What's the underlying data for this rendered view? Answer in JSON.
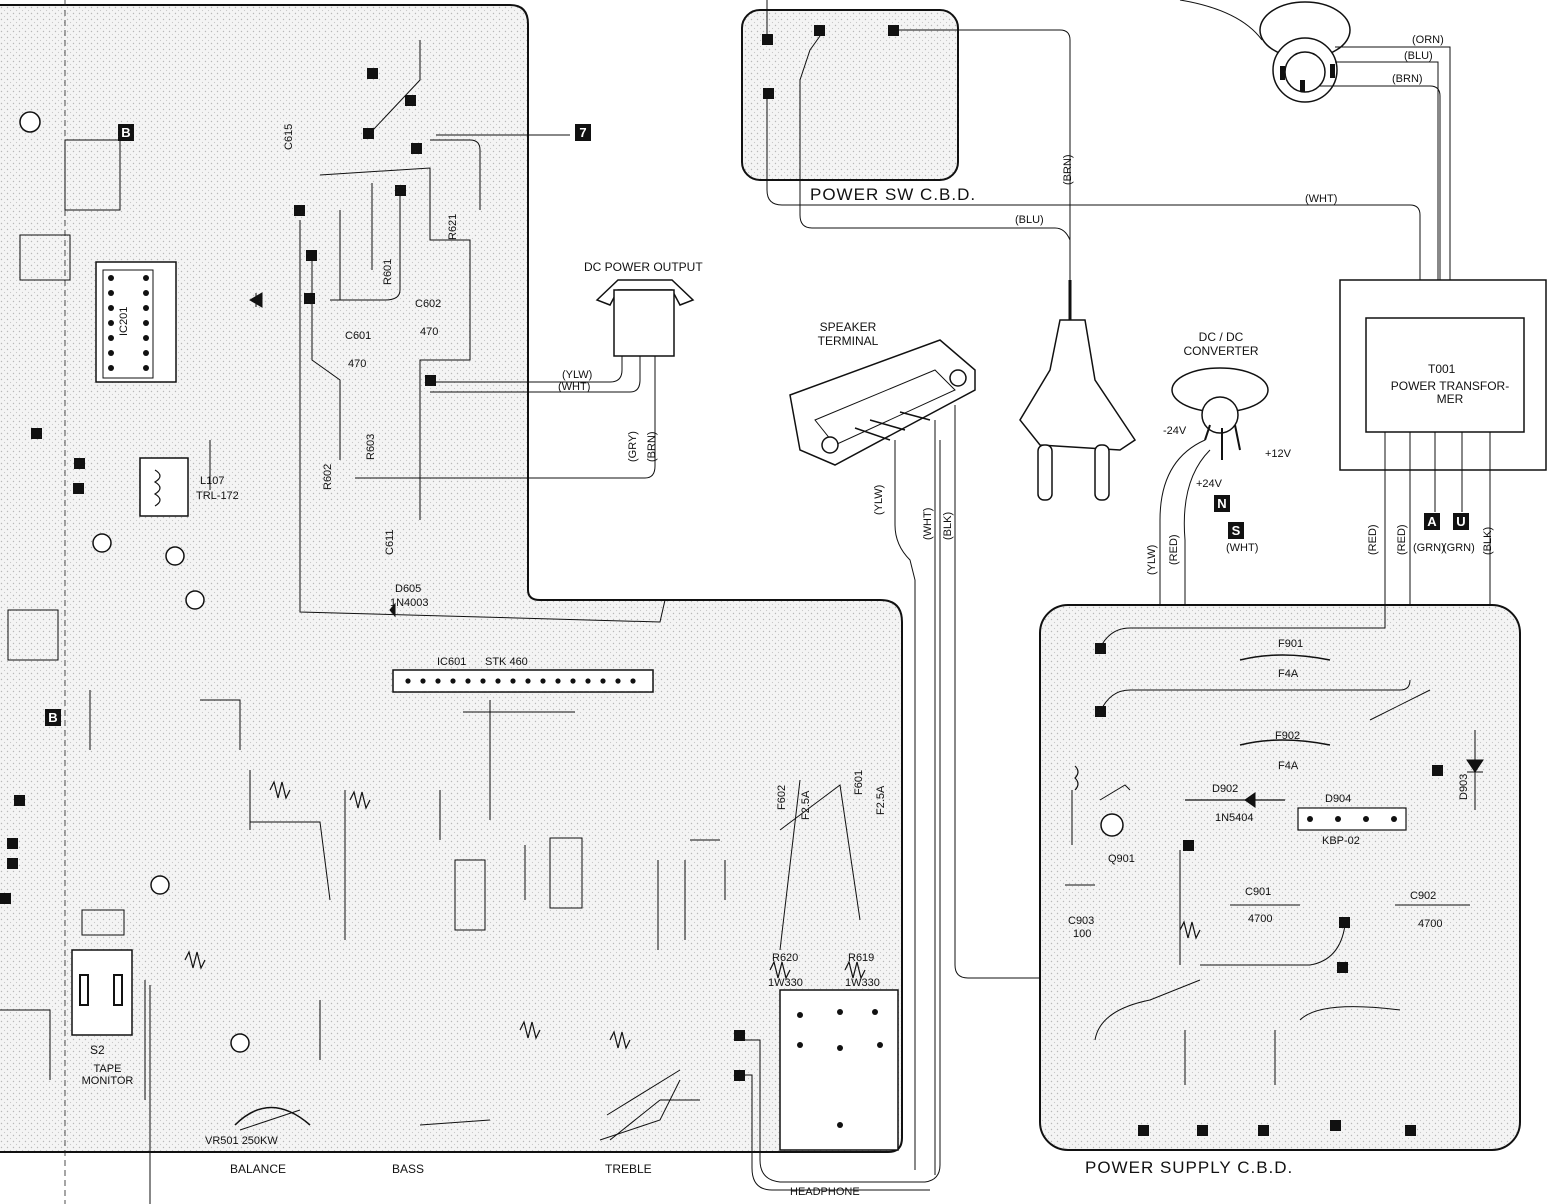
{
  "labels": {
    "power_sw_cbd": "POWER SW C.B.D.",
    "power_supply_cbd": "POWER SUPPLY C.B.D.",
    "dc_power_output": "DC POWER OUTPUT",
    "speaker_terminal": "SPEAKER TERMINAL",
    "dc_dc_converter": "DC / DC CONVERTER",
    "transformer_ref": "T001",
    "transformer_name": "POWER TRANSFOR- MER",
    "ic601": "IC601",
    "ic601_part": "STK 460",
    "ic201": "IC201",
    "balance": "BALANCE",
    "bass": "BASS",
    "treble": "TREBLE",
    "headphone": "HEADPHONE",
    "s2": "S2",
    "tape_monitor": "TAPE MONITOR",
    "vr501": "VR501 250KW",
    "kbp": "KBP-02",
    "d904": "D904",
    "f901": "F901",
    "f902": "F902",
    "f4a": "F4A",
    "d902": "D902",
    "d902_part": "1N5404",
    "d903": "D903",
    "q901": "Q901",
    "l107": "L107",
    "trl172": "TRL-172",
    "d605": "D605",
    "d605_part": "1N4003",
    "c901": "C901",
    "c902": "C902",
    "cap4700": "4700",
    "c903": "C903",
    "c903_val": "100",
    "minus24": "-24V",
    "plus24": "+24V",
    "plus12": "+12V"
  },
  "wires": {
    "orn": "(ORN)",
    "blu": "(BLU)",
    "brn": "(BRN)",
    "wht": "(WHT)",
    "ylw": "(YLW)",
    "gry": "(GRY)",
    "red": "(RED)",
    "blk": "(BLK)",
    "grn": "(GRN)"
  },
  "terminals": {
    "seven": "7",
    "b": "B",
    "n": "N",
    "s": "S",
    "a": "A",
    "u": "U"
  },
  "components": {
    "r620": "R620",
    "r619": "R619",
    "r620_val": "1W330",
    "r619_val": "1W330",
    "f602": "F602",
    "f601": "F601",
    "f25a": "F2.5A",
    "r601": "R601",
    "r602": "R602",
    "r603": "R603",
    "r621": "R621",
    "c601": "C601",
    "c602": "C602",
    "c611": "C611",
    "c615": "C615",
    "c601_val": "470",
    "c602_val": "470"
  },
  "colors": {
    "ink": "#111111",
    "pcb_fill": "#ebebeb"
  }
}
